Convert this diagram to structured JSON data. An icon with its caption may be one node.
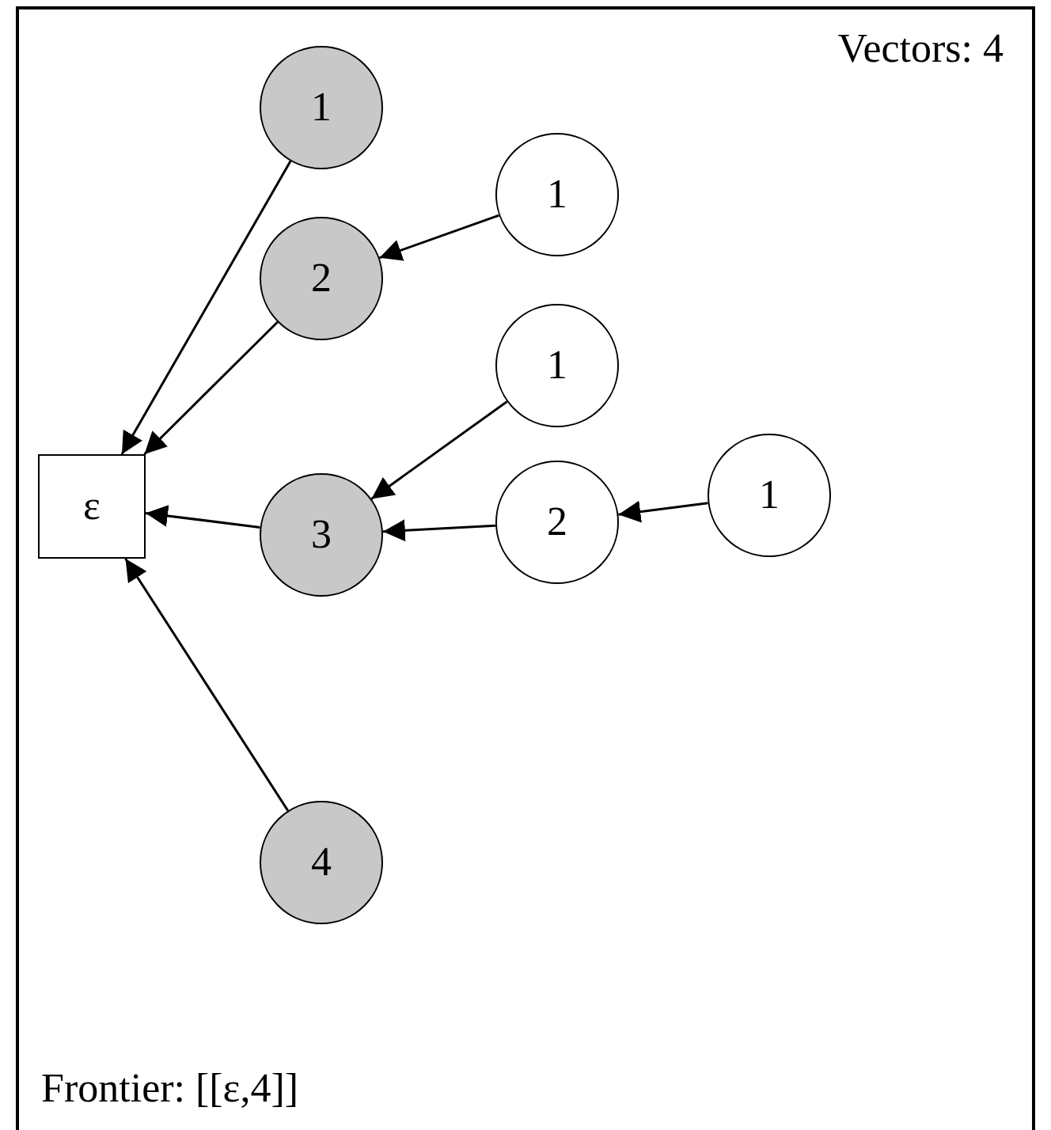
{
  "diagram": {
    "nodes": [
      {
        "text": [
          "ε"
        ]
      },
      {
        "text": [
          "1"
        ]
      },
      {
        "text": [
          "2"
        ]
      },
      {
        "text": [
          "3"
        ]
      },
      {
        "text": [
          "4"
        ]
      },
      {
        "text": [
          "1"
        ]
      },
      {
        "text": [
          "1"
        ]
      },
      {
        "text": [
          "2"
        ]
      },
      {
        "text": [
          "1"
        ]
      }
    ],
    "edges": [
      {
        "from": 1,
        "to": 0,
        "arrow": "to"
      },
      {
        "from": 2,
        "to": 0,
        "arrow": "to"
      },
      {
        "from": 3,
        "to": 0,
        "arrow": "to"
      },
      {
        "from": 4,
        "to": 0,
        "arrow": "to"
      },
      {
        "from": 5,
        "to": 2,
        "arrow": "to"
      },
      {
        "from": 6,
        "to": 3,
        "arrow": "to"
      },
      {
        "from": 7,
        "to": 3,
        "arrow": "to"
      },
      {
        "from": 8,
        "to": 7,
        "arrow": "to"
      }
    ],
    "labels": [
      "Vectors: 4",
      "Frontier: [[ε,4]]"
    ]
  }
}
